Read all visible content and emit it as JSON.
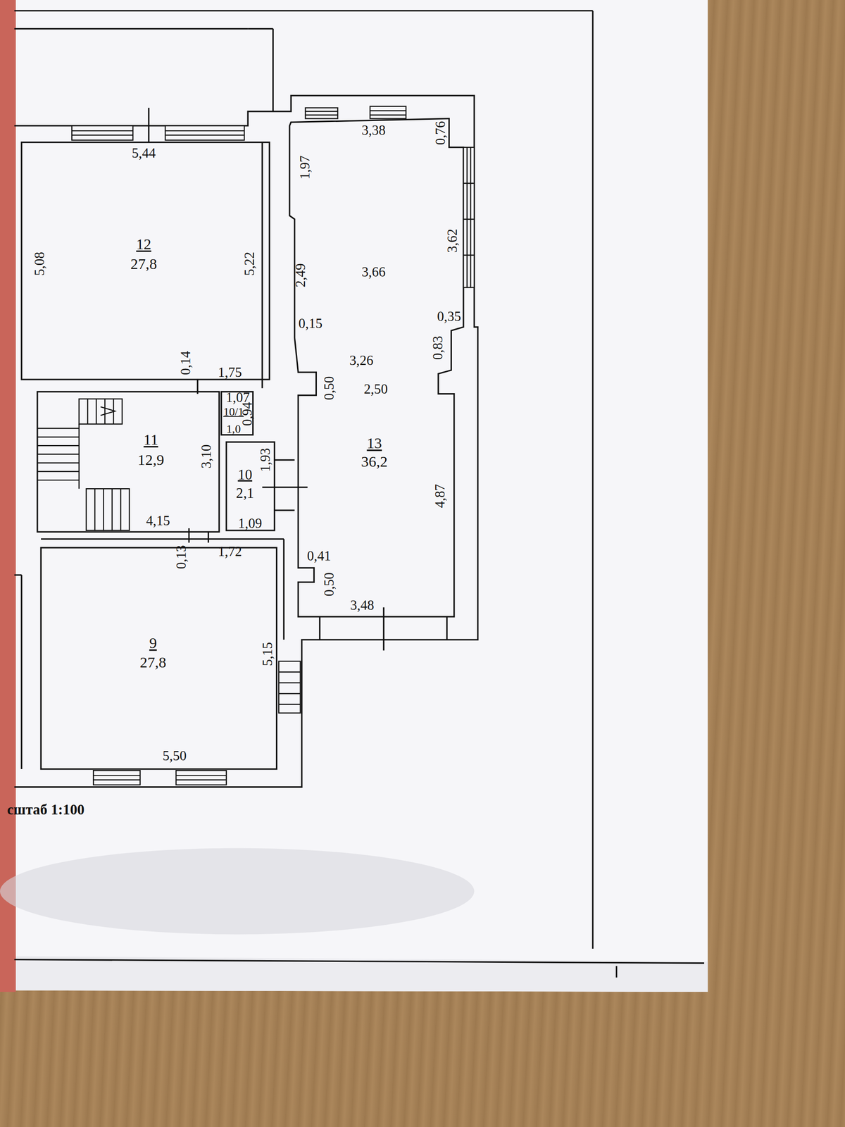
{
  "diagram": {
    "nodes": [
      {
        "text": [
          "12",
          "27,8"
        ]
      },
      {
        "text": [
          "13",
          "36,2"
        ]
      },
      {
        "text": [
          "11",
          "12,9"
        ]
      },
      {
        "text": [
          "10/1",
          "1,0"
        ]
      },
      {
        "text": [
          "10",
          "2,1"
        ]
      },
      {
        "text": [
          "9",
          "27,8"
        ]
      }
    ],
    "labels": [
      "5,44",
      "5,08",
      "5,22",
      "3,38",
      "0,76",
      "1,97",
      "3,66",
      "2,49",
      "3,62",
      "0,15",
      "0,35",
      "0,83",
      "3,26",
      "0,14",
      "1,75",
      "0,50",
      "2,50",
      "1,07",
      "0,94",
      "3,10",
      "1,93",
      "4,87",
      "4,15",
      "1,09",
      "0,13",
      "1,72",
      "0,41",
      "0,50",
      "3,48",
      "5,15",
      "5,50",
      "сштаб 1:100"
    ]
  }
}
